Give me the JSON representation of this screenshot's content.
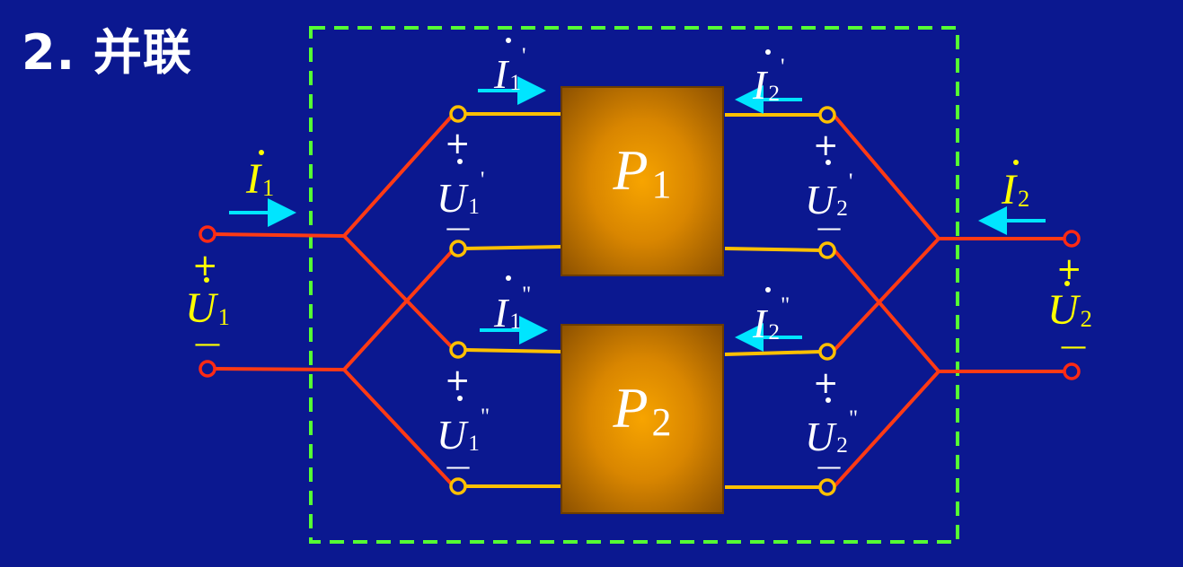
{
  "title": "2. 并联",
  "port_left": {
    "current": "I",
    "current_sub": "1",
    "voltage": "U",
    "voltage_sub": "1",
    "plus": "+",
    "minus": "—"
  },
  "port_right": {
    "current": "I",
    "current_sub": "2",
    "voltage": "U",
    "voltage_sub": "2",
    "plus": "+",
    "minus": "—"
  },
  "network_1": {
    "name": "P",
    "name_sub": "1",
    "i_in": "I",
    "i_in_sub": "1",
    "i_in_sup": "'",
    "i_out": "I",
    "i_out_sub": "2",
    "i_out_sup": "'",
    "u_in": "U",
    "u_in_sub": "1",
    "u_in_sup": "'",
    "u_out": "U",
    "u_out_sub": "2",
    "u_out_sup": "'"
  },
  "network_2": {
    "name": "P",
    "name_sub": "2",
    "i_in": "I",
    "i_in_sub": "1",
    "i_in_sup": "\"",
    "i_out": "I",
    "i_out_sub": "2",
    "i_out_sup": "\"",
    "u_in": "U",
    "u_in_sub": "1",
    "u_in_sup": "\"",
    "u_out": "U",
    "u_out_sub": "2",
    "u_out_sup": "\""
  },
  "signs": {
    "plus": "+",
    "minus": "—"
  },
  "colors": {
    "background": "#0b1890",
    "wire_outer": "#ff3a14",
    "wire_inner": "#ffc000",
    "terminal_outer": "#ff2a14",
    "terminal_inner": "#ffc000",
    "arrow": "#00e5ff",
    "dashed_box": "#55ff33",
    "block": "#e08a00"
  }
}
